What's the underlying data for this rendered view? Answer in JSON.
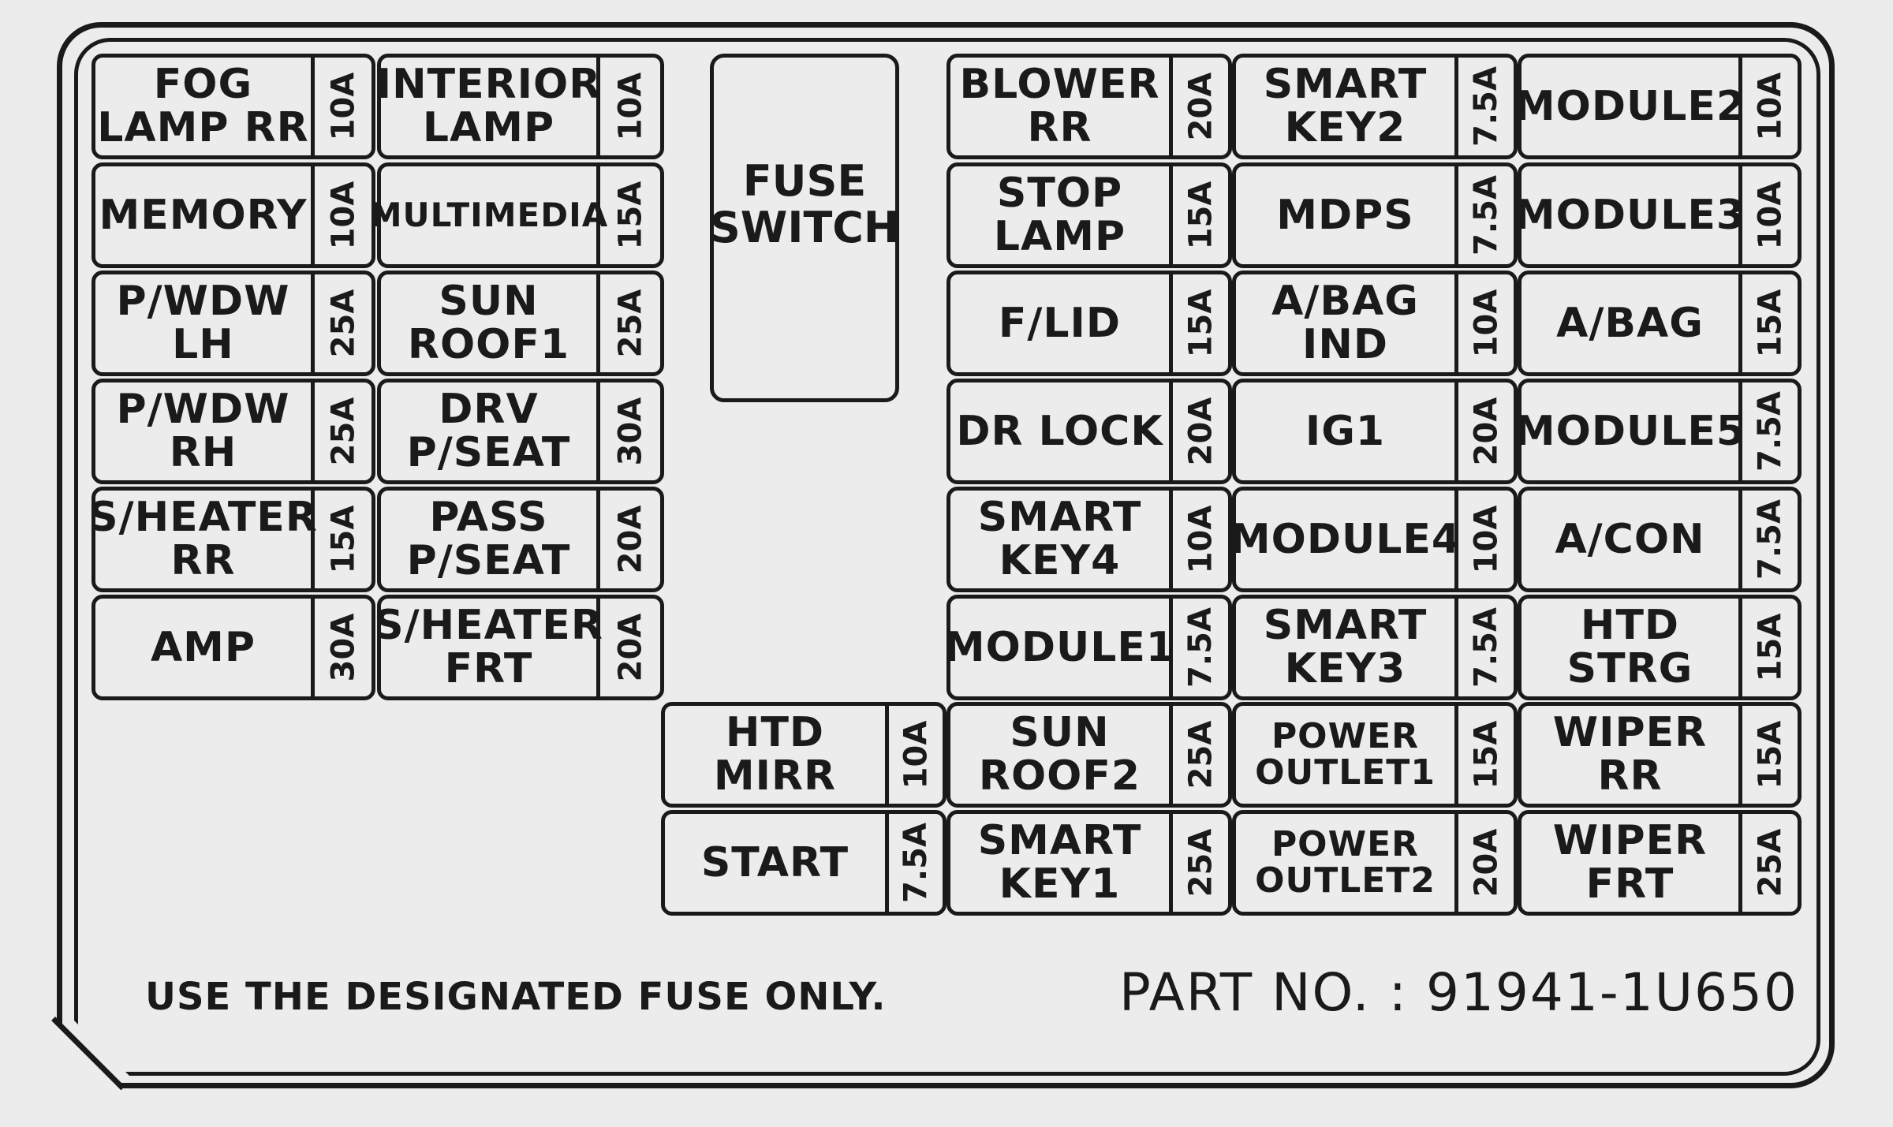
{
  "fuse_switch": "FUSE\nSWITCH",
  "note": "USE THE DESIGNATED FUSE ONLY.",
  "part_no": "PART NO. : 91941-1U650",
  "fuses": [
    {
      "name": "FOG\nLAMP RR",
      "amp": "10A"
    },
    {
      "name": "INTERIOR\nLAMP",
      "amp": "10A"
    },
    {
      "name": "MEMORY",
      "amp": "10A"
    },
    {
      "name": "MULTIMEDIA",
      "amp": "15A"
    },
    {
      "name": "P/WDW\nLH",
      "amp": "25A"
    },
    {
      "name": "SUN\nROOF1",
      "amp": "25A"
    },
    {
      "name": "P/WDW\nRH",
      "amp": "25A"
    },
    {
      "name": "DRV\nP/SEAT",
      "amp": "30A"
    },
    {
      "name": "S/HEATER\nRR",
      "amp": "15A"
    },
    {
      "name": "PASS\nP/SEAT",
      "amp": "20A"
    },
    {
      "name": "AMP",
      "amp": "30A"
    },
    {
      "name": "S/HEATER\nFRT",
      "amp": "20A"
    },
    {
      "name": "HTD\nMIRR",
      "amp": "10A"
    },
    {
      "name": "START",
      "amp": "7.5A"
    },
    {
      "name": "BLOWER\nRR",
      "amp": "20A"
    },
    {
      "name": "SMART\nKEY2",
      "amp": "7.5A"
    },
    {
      "name": "MODULE2",
      "amp": "10A"
    },
    {
      "name": "STOP\nLAMP",
      "amp": "15A"
    },
    {
      "name": "MDPS",
      "amp": "7.5A"
    },
    {
      "name": "MODULE3",
      "amp": "10A"
    },
    {
      "name": "F/LID",
      "amp": "15A"
    },
    {
      "name": "A/BAG\nIND",
      "amp": "10A"
    },
    {
      "name": "A/BAG",
      "amp": "15A"
    },
    {
      "name": "DR LOCK",
      "amp": "20A"
    },
    {
      "name": "IG1",
      "amp": "20A"
    },
    {
      "name": "MODULE5",
      "amp": "7.5A"
    },
    {
      "name": "SMART\nKEY4",
      "amp": "10A"
    },
    {
      "name": "MODULE4",
      "amp": "10A"
    },
    {
      "name": "A/CON",
      "amp": "7.5A"
    },
    {
      "name": "MODULE1",
      "amp": "7.5A"
    },
    {
      "name": "SMART\nKEY3",
      "amp": "7.5A"
    },
    {
      "name": "HTD\nSTRG",
      "amp": "15A"
    },
    {
      "name": "SUN\nROOF2",
      "amp": "25A"
    },
    {
      "name": "POWER\nOUTLET1",
      "amp": "15A"
    },
    {
      "name": "WIPER\nRR",
      "amp": "15A"
    },
    {
      "name": "SMART\nKEY1",
      "amp": "25A"
    },
    {
      "name": "POWER\nOUTLET2",
      "amp": "20A"
    },
    {
      "name": "WIPER\nFRT",
      "amp": "25A"
    }
  ]
}
